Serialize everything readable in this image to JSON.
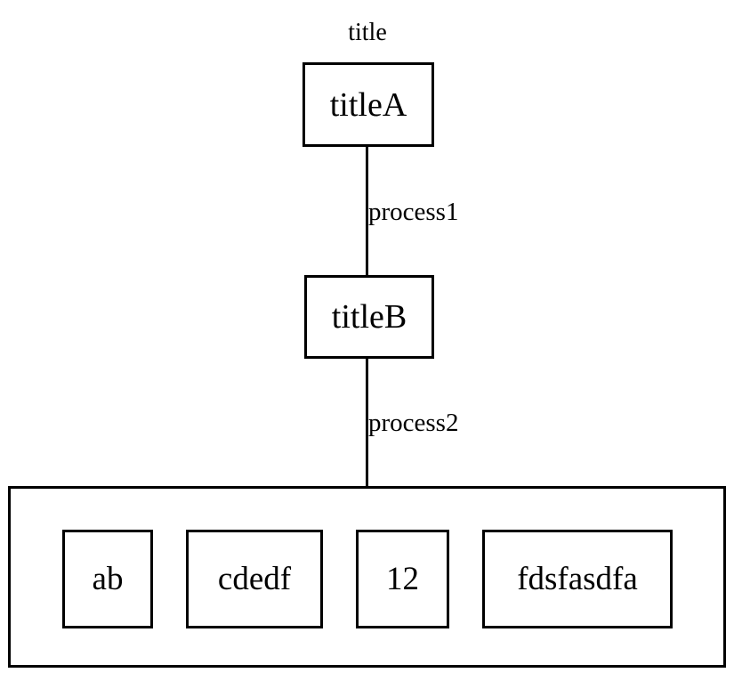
{
  "diagram": {
    "type": "flowchart",
    "background_color": "#ffffff",
    "stroke_color": "#000000",
    "caption": "title",
    "nodes": [
      {
        "id": "nodeA",
        "label": "titleA"
      },
      {
        "id": "nodeB",
        "label": "titleB"
      }
    ],
    "edges": [
      {
        "id": "edge1",
        "label": "process1",
        "from": "nodeA",
        "to": "nodeB"
      },
      {
        "id": "edge2",
        "label": "process2",
        "from": "nodeB",
        "to": "group"
      }
    ],
    "group": {
      "id": "group",
      "items": [
        {
          "id": "leaf1",
          "label": "ab"
        },
        {
          "id": "leaf2",
          "label": "cdedf"
        },
        {
          "id": "leaf3",
          "label": "12"
        },
        {
          "id": "leaf4",
          "label": "fdsfasdfa"
        }
      ]
    }
  }
}
